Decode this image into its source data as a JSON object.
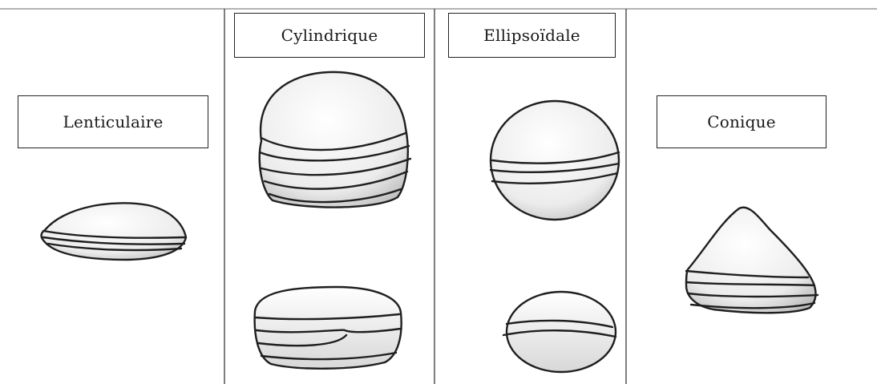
{
  "labels": {
    "lenticulaire": "Lenticulaire",
    "cylindrique": "Cylindrique",
    "ellipsoidale": "Ellipsoïdale",
    "conique": "Conique"
  },
  "colors": {
    "ink": "#1f1f1f",
    "fill": "#f2f2f2",
    "shade": "#bcbcbc",
    "rule": "#9a9a9a"
  }
}
